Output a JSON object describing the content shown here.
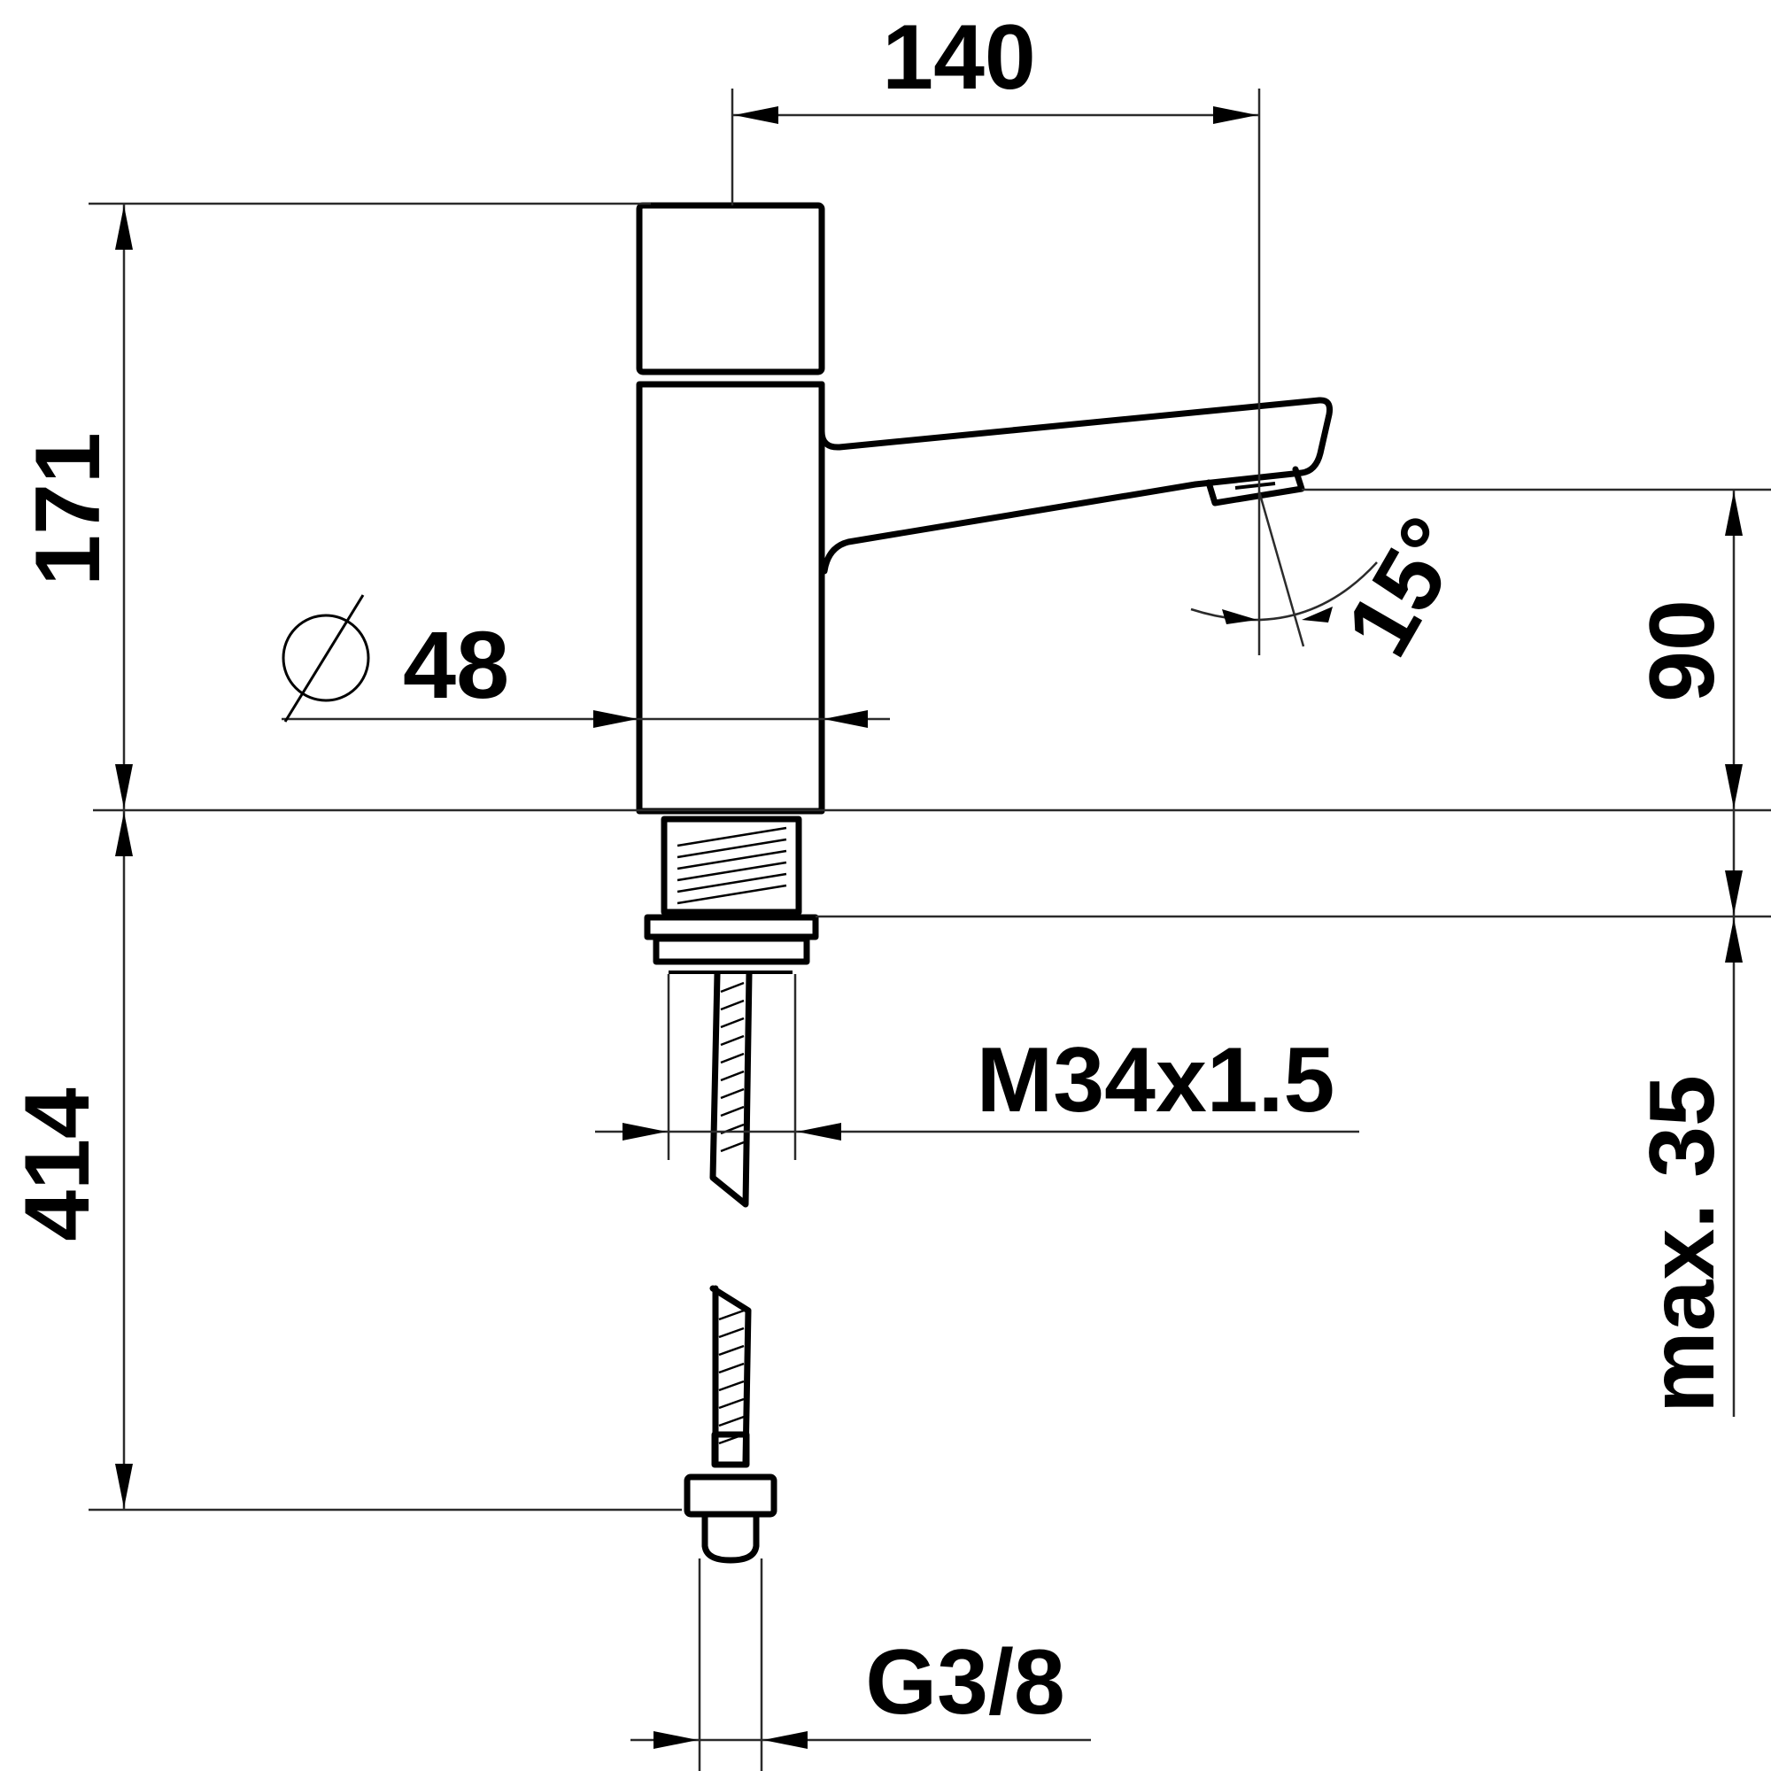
{
  "dimensions": {
    "spout_reach": "140",
    "height_above_deck": "171",
    "spout_outlet_height": "90",
    "body_diameter_symbol": "⌀",
    "body_diameter": "48",
    "spout_angle": "15°",
    "thread_size": "M34x1.5",
    "max_deck_thickness": "max. 35",
    "connection_length": "414",
    "connection_thread": "G3/8"
  }
}
